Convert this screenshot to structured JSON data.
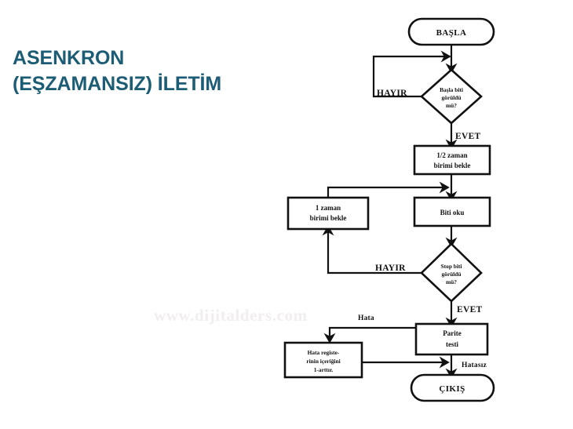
{
  "slide": {
    "title": "ASENKRON\n(EŞZAMANSIZ) İLETİM",
    "title_color": "#1d5c75",
    "background_color": "#ffffff",
    "watermark": "www.dijitalders.com"
  },
  "flowchart": {
    "nodes": {
      "start": "BAŞLA",
      "decision_start_bit": "Başla biti görüldü mü?",
      "wait_half": "1/2 zaman birimi bekle",
      "wait_one": "1 zaman birimi bekle",
      "read_bit": "Biti oku",
      "decision_stop_bit": "Stop biti görüldü mü?",
      "parity_test": "Parite testi",
      "error_register": "Hata registe- rinin içeriğini 1-arttır.",
      "exit": "ÇIKIŞ"
    },
    "node_lines": {
      "decision_start_bit": [
        "Başla biti",
        "görüldü",
        "mü?"
      ],
      "wait_half": [
        "1/2 zaman",
        "birimi bekle"
      ],
      "wait_one": [
        "1 zaman",
        "birimi bekle"
      ],
      "decision_stop_bit": [
        "Stop biti",
        "görüldü",
        "mü?"
      ],
      "parity_test": [
        "Parite",
        "testi"
      ],
      "error_register": [
        "Hata registe-",
        "rinin içeriğini",
        "1-arttır."
      ]
    },
    "edge_labels": {
      "no_start": "HAYIR",
      "yes_start": "EVET",
      "no_stop": "HAYIR",
      "yes_stop": "EVET",
      "error": "Hata",
      "no_error": "Hatasız"
    },
    "line_color": "#111111"
  }
}
